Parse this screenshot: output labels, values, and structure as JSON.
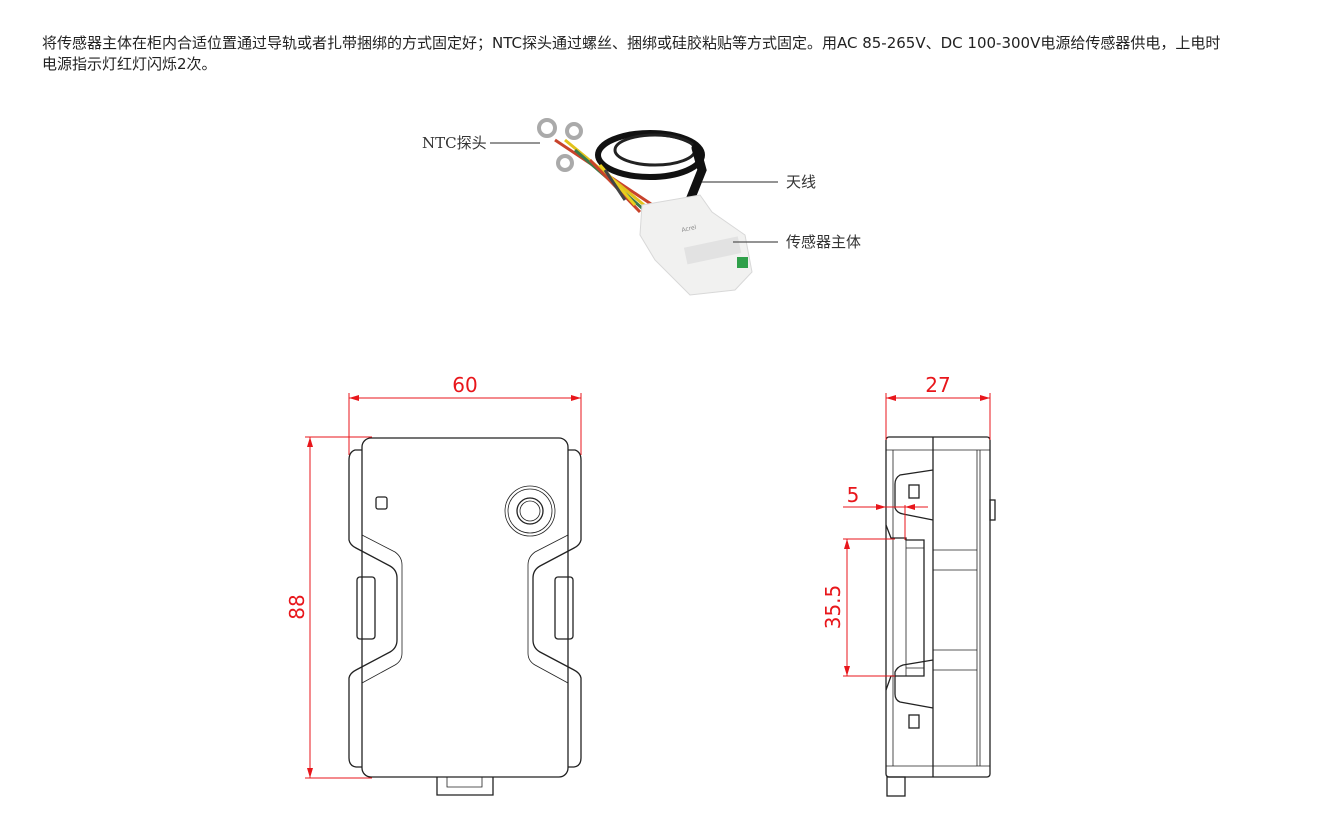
{
  "paragraph": "将传感器主体在柜内合适位置通过导轨或者扎带捆绑的方式固定好；NTC探头通过螺丝、捆绑或硅胶粘贴等方式固定。用AC 85-265V、DC 100-300V电源给传感器供电，上电时电源指示灯红灯闪烁2次。",
  "photo": {
    "labels": {
      "probe": "NTC探头",
      "antenna": "天线",
      "body": "传感器主体"
    },
    "brand_text": "Acrel"
  },
  "drawing": {
    "front": {
      "width_dim": "60",
      "height_dim": "88"
    },
    "side": {
      "depth_dim": "27",
      "rail_lip_dim": "5",
      "rail_dim": "35.5"
    },
    "dimension_color": "#e8161b"
  }
}
